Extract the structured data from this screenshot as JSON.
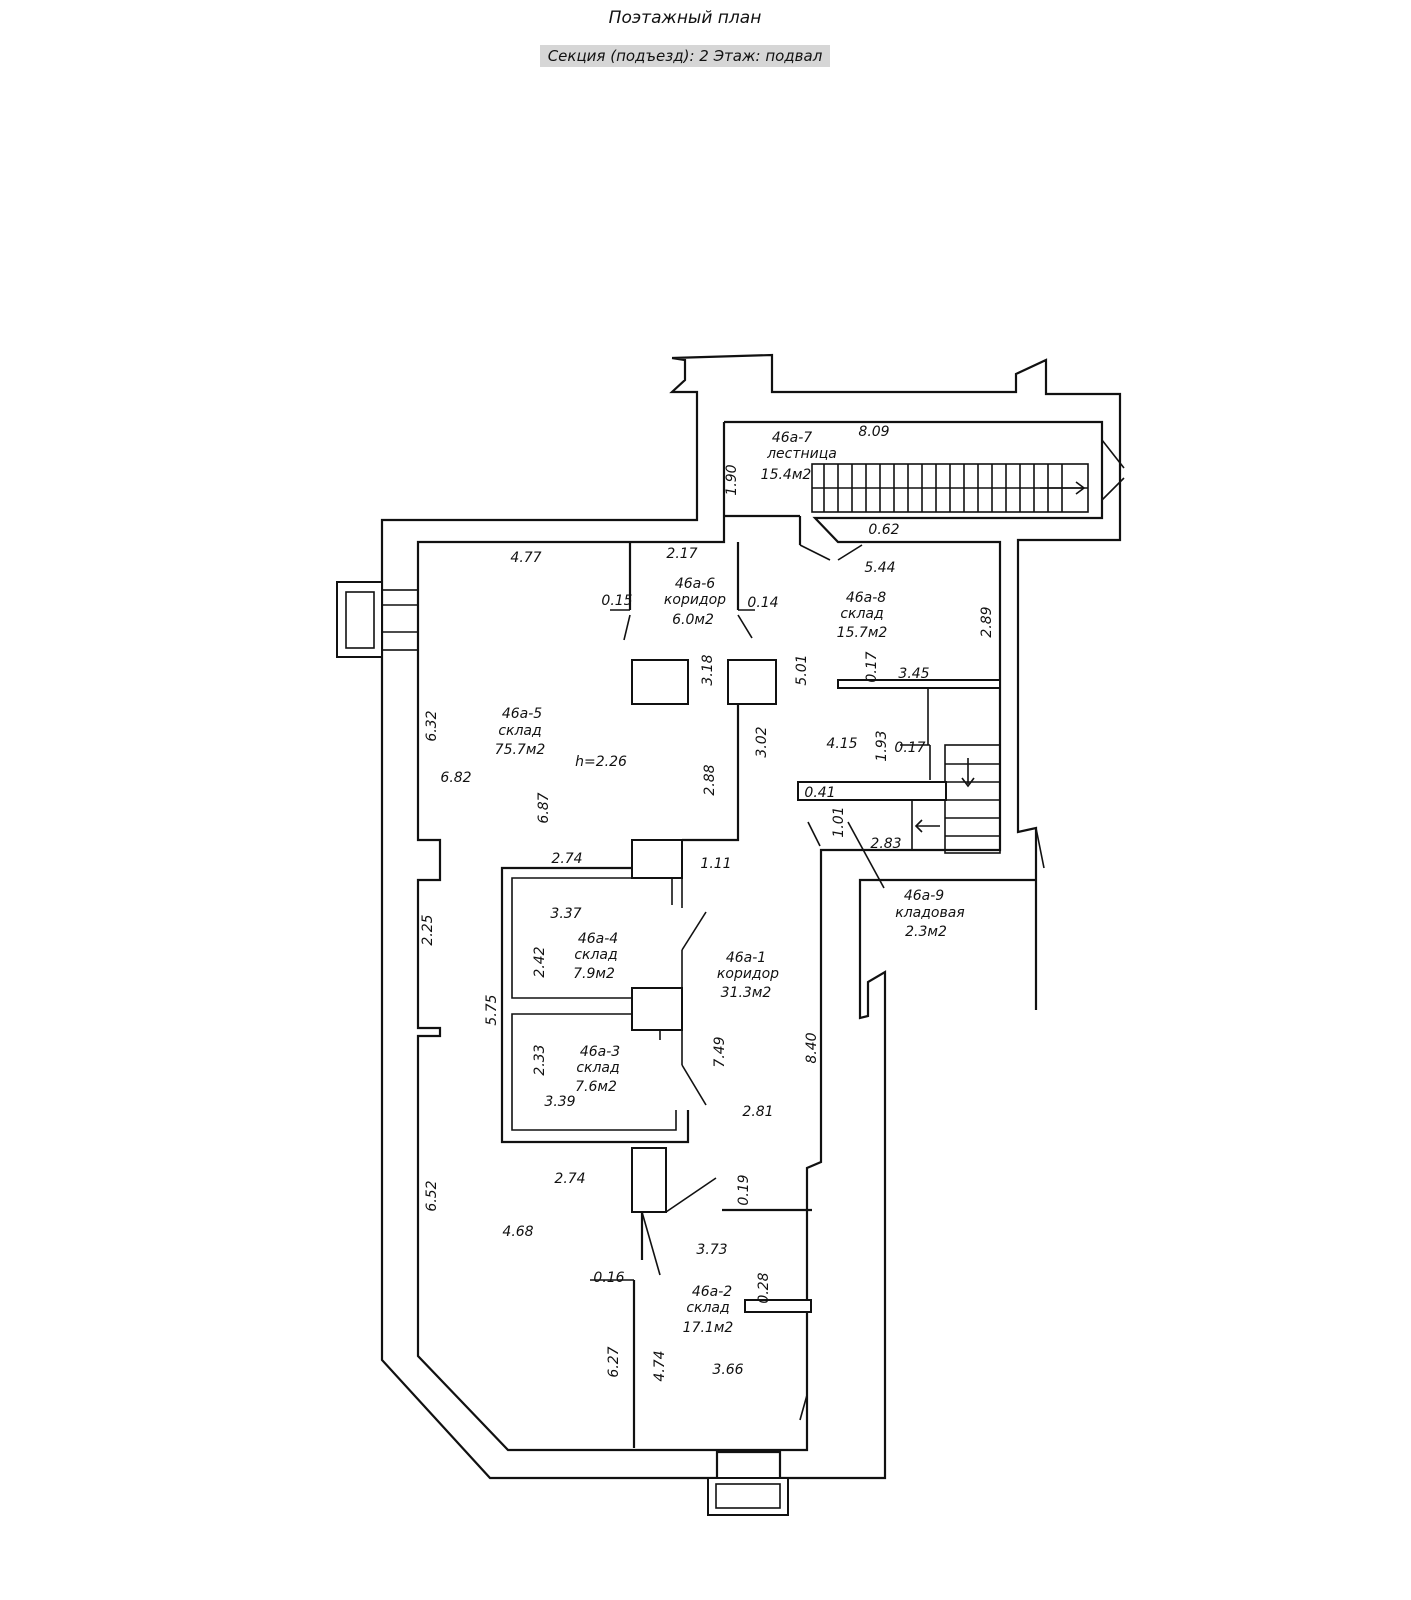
{
  "header": {
    "title": "Поэтажный план",
    "subtitle": "Секция (подъезд): 2   Этаж: подвал"
  },
  "rooms": [
    {
      "id": "46а-7",
      "type": "лестница",
      "area": "15.4м2"
    },
    {
      "id": "46а-6",
      "type": "коридор",
      "area": "6.0м2"
    },
    {
      "id": "46а-8",
      "type": "склад",
      "area": "15.7м2"
    },
    {
      "id": "46а-5",
      "type": "склад",
      "area": "75.7м2"
    },
    {
      "id": "46а-9",
      "type": "кладовая",
      "area": "2.3м2"
    },
    {
      "id": "46а-4",
      "type": "склад",
      "area": "7.9м2"
    },
    {
      "id": "46а-1",
      "type": "коридор",
      "area": "31.3м2"
    },
    {
      "id": "46а-3",
      "type": "склад",
      "area": "7.6м2"
    },
    {
      "id": "46а-2",
      "type": "склад",
      "area": "17.1м2"
    }
  ],
  "height_note": "h=2.26",
  "dimensions": [
    "8.09",
    "1.90",
    "0.62",
    "4.77",
    "2.17",
    "5.44",
    "0.15",
    "0.14",
    "2.89",
    "3.18",
    "5.01",
    "0.17",
    "3.45",
    "6.32",
    "6.82",
    "3.02",
    "4.15",
    "1.93",
    "0.17",
    "2.88",
    "6.87",
    "0.41",
    "1.01",
    "2.83",
    "2.74",
    "1.11",
    "3.37",
    "2.25",
    "2.42",
    "5.75",
    "2.33",
    "7.49",
    "8.40",
    "3.39",
    "2.81",
    "2.74",
    "0.19",
    "6.52",
    "4.68",
    "3.73",
    "0.16",
    "0.28",
    "4.74",
    "6.27",
    "3.66"
  ]
}
